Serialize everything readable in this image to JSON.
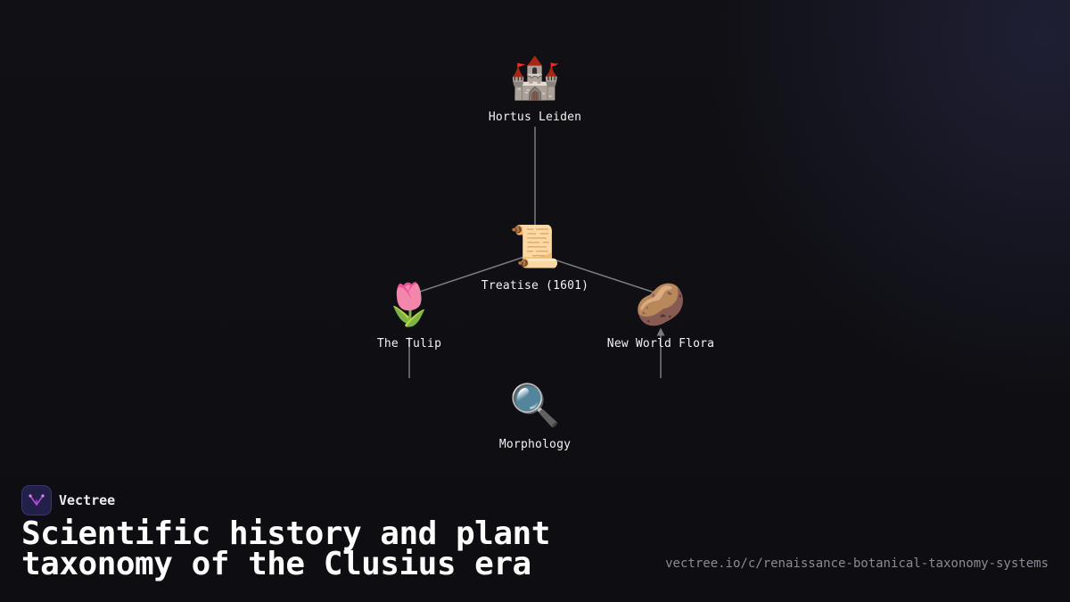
{
  "diagram": {
    "nodes": [
      {
        "id": "hortus",
        "icon": "🏰",
        "icon_name": "castle-icon",
        "label": "Hortus Leiden"
      },
      {
        "id": "treatise",
        "icon": "📜",
        "icon_name": "scroll-icon",
        "label": "Treatise (1601)"
      },
      {
        "id": "tulip",
        "icon": "🌷",
        "icon_name": "tulip-icon",
        "label": "The Tulip"
      },
      {
        "id": "flora",
        "icon": "🥔",
        "icon_name": "potato-icon",
        "label": "New World Flora"
      },
      {
        "id": "morphology",
        "icon": "🔍",
        "icon_name": "magnifying-glass-icon",
        "label": "Morphology"
      }
    ],
    "edges": [
      {
        "from": "hortus",
        "to": "treatise"
      },
      {
        "from": "treatise",
        "to": "tulip"
      },
      {
        "from": "treatise",
        "to": "flora"
      },
      {
        "from": "tulip",
        "to": "morphology"
      },
      {
        "from": "morphology",
        "to": "flora"
      }
    ],
    "edge_color": "#7a7a82"
  },
  "brand": {
    "name": "Vectree",
    "logo_icon": "vectree-logo-icon",
    "accent": "#b04bd8"
  },
  "title": "Scientific history and plant taxonomy of the Clusius era",
  "url": "vectree.io/c/renaissance-botanical-taxonomy-systems"
}
